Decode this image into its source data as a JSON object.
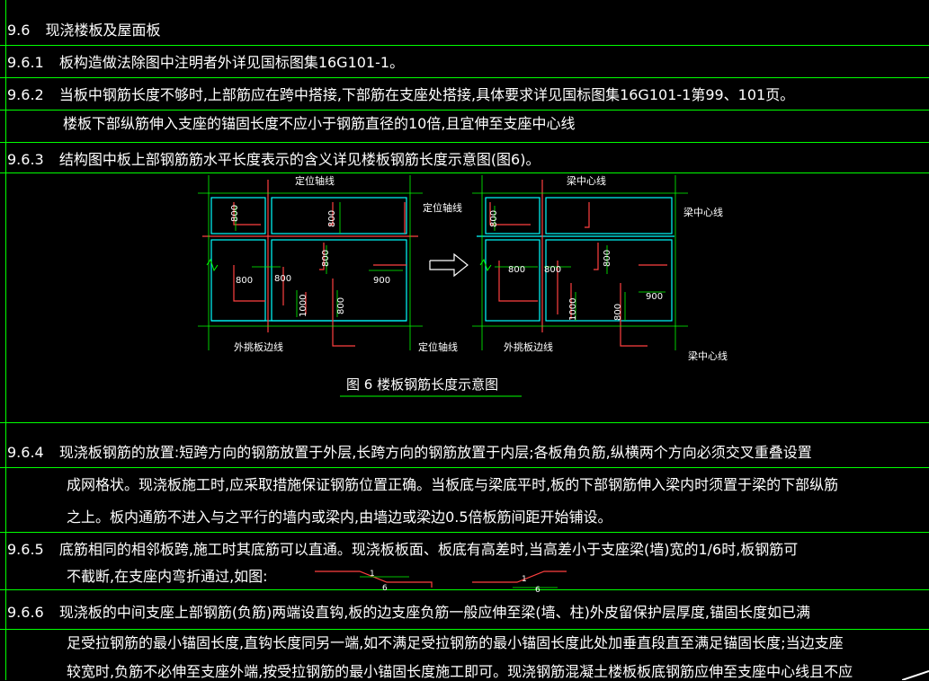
{
  "section": {
    "heading": {
      "num": "9.6",
      "text": "现浇楼板及屋面板"
    },
    "items": [
      {
        "num": "9.6.1",
        "text": "板构造做法除图中注明者外详见国标图集16G101-1。"
      },
      {
        "num": "9.6.2",
        "text": "当板中钢筋长度不够时,上部筋应在跨中搭接,下部筋在支座处搭接,具体要求详见国标图集16G101-1第99、101页。"
      },
      {
        "num": "",
        "text": "楼板下部纵筋伸入支座的锚固长度不应小于钢筋直径的10倍,且宜伸至支座中心线"
      },
      {
        "num": "9.6.3",
        "text": "结构图中板上部钢筋筋水平长度表示的含义详见楼板钢筋长度示意图(图6)。"
      }
    ],
    "items2": [
      {
        "num": "9.6.4",
        "text": "现浇板钢筋的放置:短跨方向的钢筋放置于外层,长跨方向的钢筋放置于内层;各板角负筋,纵横两个方向必须交叉重叠设置"
      },
      {
        "num": "",
        "text": "成网格状。现浇板施工时,应采取措施保证钢筋位置正确。当板底与梁底平时,板的下部钢筋伸入梁内时须置于梁的下部纵筋"
      },
      {
        "num": "",
        "text": "之上。板内通筋不进入与之平行的墙内或梁内,由墙边或梁边0.5倍板筋间距开始铺设。"
      },
      {
        "num": "9.6.5",
        "text": "底筋相同的相邻板跨,施工时其底筋可以直通。现浇板板面、板底有高差时,当高差小于支座梁(墙)宽的1/6时,板钢筋可"
      },
      {
        "num": "",
        "text": "不截断,在支座内弯折通过,如图:"
      },
      {
        "num": "9.6.6",
        "text": "现浇板的中间支座上部钢筋(负筋)两端设直钩,板的边支座负筋一般应伸至梁(墙、柱)外皮留保护层厚度,锚固长度如已满"
      },
      {
        "num": "",
        "text": "足受拉钢筋的最小锚固长度,直钩长度同另一端,如不满足受拉钢筋的最小锚固长度此处加垂直段直至满足锚固长度;当边支座"
      },
      {
        "num": "",
        "text": "较宽时,负筋不必伸至支座外端,按受拉钢筋的最小锚固长度施工即可。现浇钢筋混凝土楼板板底钢筋应伸至支座中心线且不应"
      }
    ]
  },
  "figure": {
    "caption": "图 6   楼板钢筋长度示意图",
    "left": {
      "label_top": "定位轴线",
      "label_right": "定位轴线",
      "label_bottom_left": "外挑板边线",
      "label_bottom_right": "定位轴线",
      "dims": [
        "800",
        "800",
        "800",
        "800",
        "900",
        "800",
        "1000",
        "800"
      ]
    },
    "right": {
      "label_top": "梁中心线",
      "label_right": "梁中心线",
      "label_bottom_left": "外挑板边线",
      "label_bottom_right": "梁中心线",
      "dims": [
        "800",
        "800",
        "800",
        "800",
        "900",
        "1000",
        "800"
      ]
    },
    "slope": {
      "a": "1",
      "b": "6"
    }
  },
  "colors": {
    "background": "#000000",
    "text": "#ffffff",
    "grid": "#00ff00",
    "axis": "#ff4040",
    "cyan": "#00ffff",
    "yellow": "#ffff00"
  }
}
